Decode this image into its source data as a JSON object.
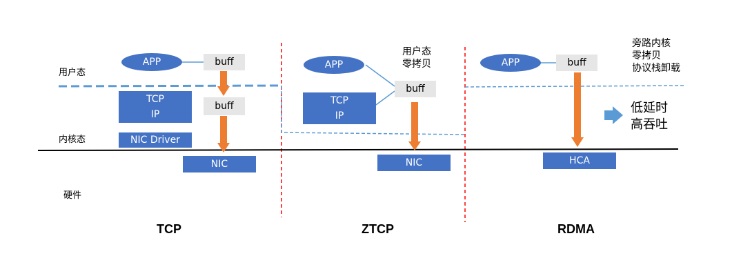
{
  "layers": {
    "user": "用户态",
    "kernel": "内核态",
    "hardware": "硬件"
  },
  "tcp": {
    "app": "APP",
    "buff_user": "buff",
    "tcp": "TCP",
    "ip": "IP",
    "buff_kernel": "buff",
    "driver": "NIC Driver",
    "nic": "NIC",
    "title": "TCP"
  },
  "ztcp": {
    "note_line1": "用户态",
    "note_line2": "零拷贝",
    "app": "APP",
    "buff": "buff",
    "tcp": "TCP",
    "ip": "IP",
    "nic": "NIC",
    "title": "ZTCP"
  },
  "rdma": {
    "note_line1": "旁路内核",
    "note_line2": "零拷贝",
    "note_line3": "协议栈卸载",
    "app": "APP",
    "buff": "buff",
    "hca": "HCA",
    "title": "RDMA",
    "benefit_line1": "低延时",
    "benefit_line2": "高吞吐"
  },
  "colors": {
    "box_blue": "#4472c4",
    "buff_gray": "#e7e6e6",
    "arrow_orange": "#ed7d31",
    "divider_red": "#ff0000",
    "dashed_blue": "#5b9bd5"
  }
}
